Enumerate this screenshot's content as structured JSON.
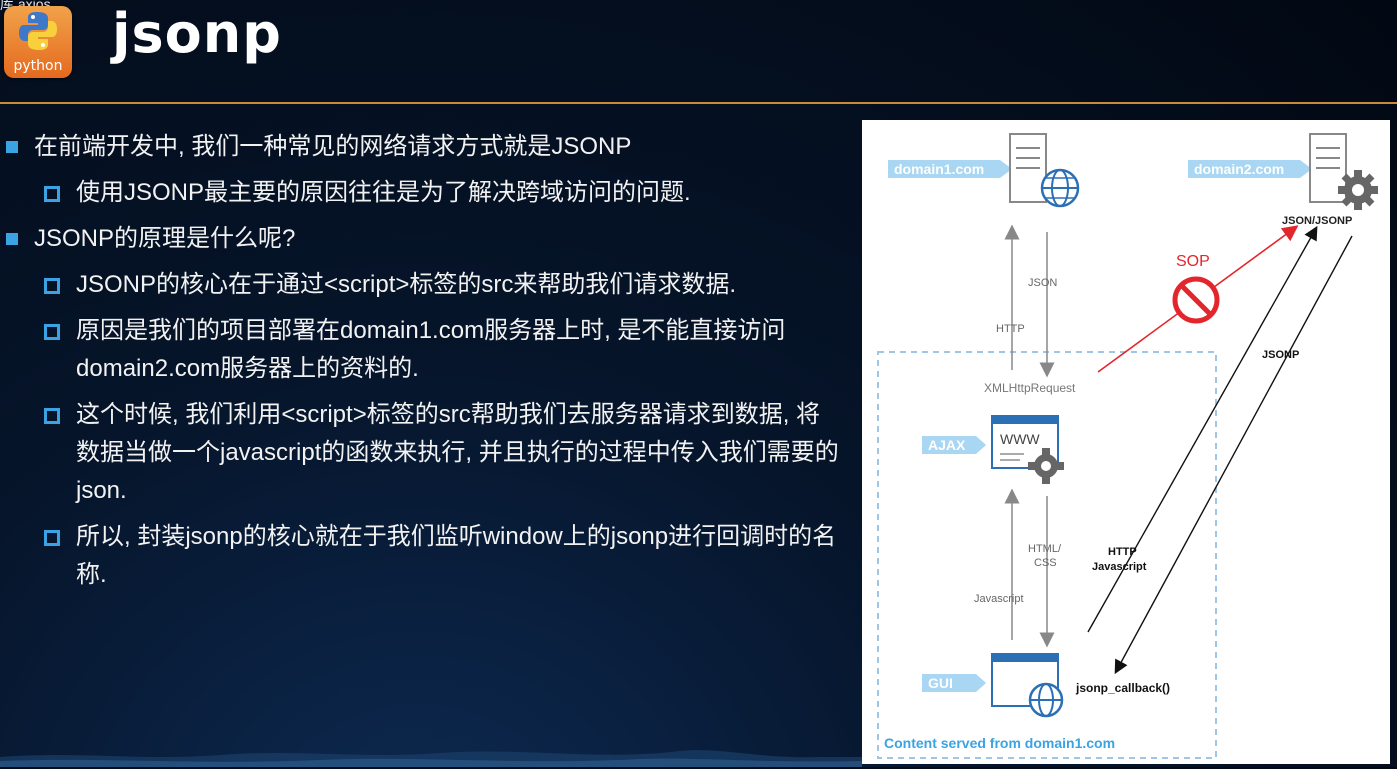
{
  "header": {
    "top_caption": "库 axios",
    "logo_label": "python",
    "title": "jsonp"
  },
  "bullets": [
    {
      "level": 1,
      "text": "在前端开发中, 我们一种常见的网络请求方式就是JSONP"
    },
    {
      "level": 2,
      "text": "使用JSONP最主要的原因往往是为了解决跨域访问的问题."
    },
    {
      "level": 1,
      "text": "JSONP的原理是什么呢?"
    },
    {
      "level": 2,
      "text": "JSONP的核心在于通过<script>标签的src来帮助我们请求数据."
    },
    {
      "level": 2,
      "text": "原因是我们的项目部署在domain1.com服务器上时, 是不能直接访问domain2.com服务器上的资料的."
    },
    {
      "level": 2,
      "text": "这个时候, 我们利用<script>标签的src帮助我们去服务器请求到数据, 将数据当做一个javascript的函数来执行, 并且执行的过程中传入我们需要的json."
    },
    {
      "level": 2,
      "text": "所以, 封装jsonp的核心就在于我们监听window上的jsonp进行回调时的名称."
    }
  ],
  "diagram": {
    "domain1": "domain1.com",
    "domain2": "domain2.com",
    "json_jsonp": "JSON/JSONP",
    "sop": "SOP",
    "json": "JSON",
    "http": "HTTP",
    "xhr": "XMLHttpRequest",
    "jsonp": "JSONP",
    "ajax": "AJAX",
    "www": "WWW",
    "html": "HTML/",
    "css": "CSS",
    "javascript": "Javascript",
    "http2": "HTTP",
    "javascript2": "Javascript",
    "gui": "GUI",
    "callback": "jsonp_callback()",
    "content": "Content served from domain1.com"
  },
  "colors": {
    "accent": "#3aa3e3",
    "divider": "#c98a3a",
    "tag_fill": "#a8d6f3",
    "sop_red": "#e3262c"
  }
}
